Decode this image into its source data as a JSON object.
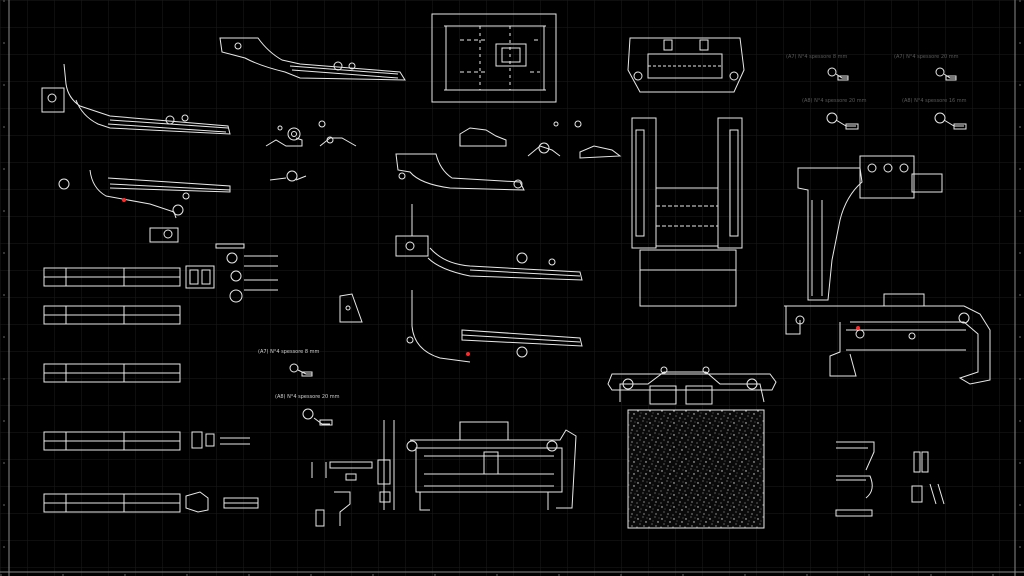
{
  "theme": {
    "background": "#000000",
    "grid": "#1a1a1a",
    "line": "#e8e8e8",
    "accent": "#ff2a2a"
  },
  "annotations": {
    "a7_left": "(A7) N°4 spessore 8 mm",
    "a8_left": "(A8) N°4 spessore 20 mm",
    "a7_top_left": "(A7) N°4 spessore 8 mm",
    "a7_top_right": "(A7) N°4 spessore 20 mm",
    "a8_top_left": "(A8) N°4 spessore 20 mm",
    "a8_top_right": "(A8) N°4 spessore 16 mm"
  }
}
